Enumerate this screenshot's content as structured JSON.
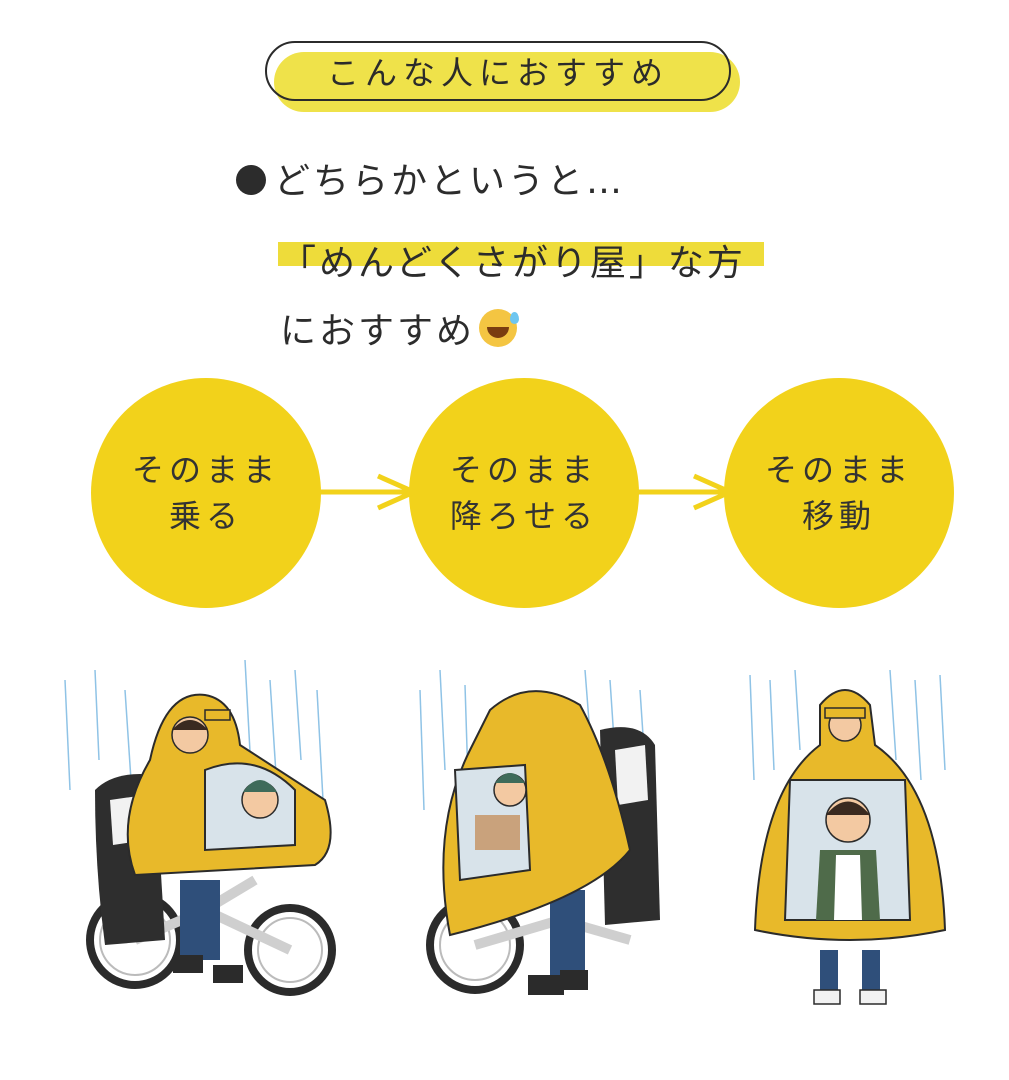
{
  "header": {
    "title": "こんな人におすすめ"
  },
  "recommendation": {
    "line1": "どちらかというと…",
    "line2": "「めんどくさがり屋」な方",
    "line3": "におすすめ",
    "emoji": "sweat-smile-emoji"
  },
  "steps": [
    {
      "line1": "そのまま",
      "line2": "乗る"
    },
    {
      "line1": "そのまま",
      "line2": "降ろせる"
    },
    {
      "line1": "そのまま",
      "line2": "移動"
    }
  ],
  "colors": {
    "yellow": "#f2d21b",
    "highlight": "#eedc3a",
    "ink": "#2c2c2c",
    "rain": "#8fc3e6",
    "poncho": "#e8b92a"
  },
  "illustrations": [
    "rider-on-bike-poncho",
    "parent-unloading-child-poncho",
    "parent-carrying-child-poncho"
  ]
}
